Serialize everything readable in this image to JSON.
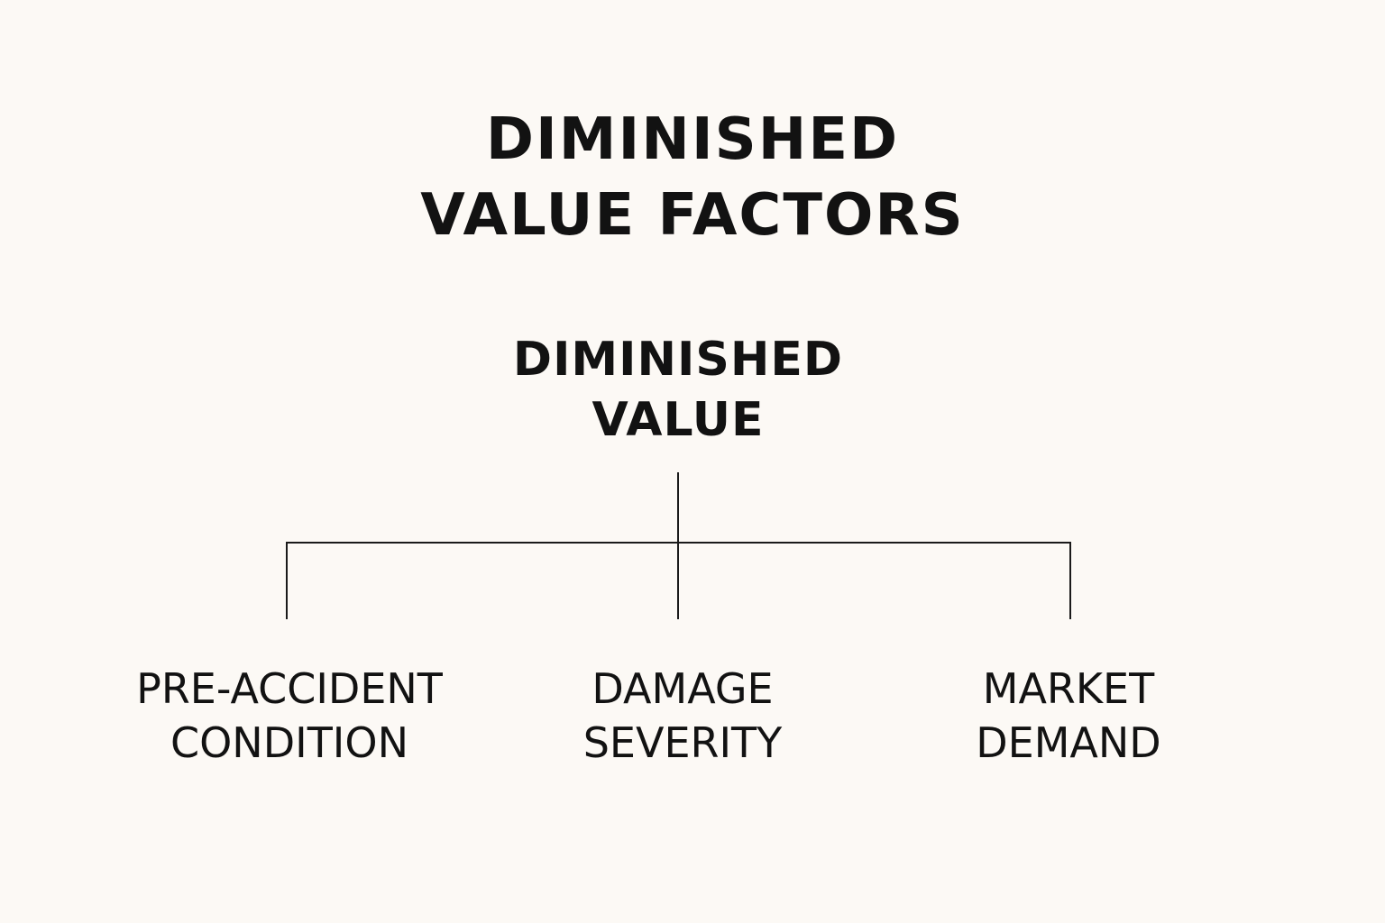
{
  "title": {
    "line1": "DIMINISHED",
    "line2": "VALUE FACTORS"
  },
  "root": {
    "line1": "DIMINISHED",
    "line2": "VALUE"
  },
  "children": [
    {
      "line1": "PRE-ACCIDENT",
      "line2": "CONDITION"
    },
    {
      "line1": "DAMAGE",
      "line2": "SEVERITY"
    },
    {
      "line1": "MARKET",
      "line2": "DEMAND"
    }
  ],
  "colors": {
    "background": "#fcf9f5",
    "text": "#121212",
    "lines": "#1a1a1a"
  }
}
